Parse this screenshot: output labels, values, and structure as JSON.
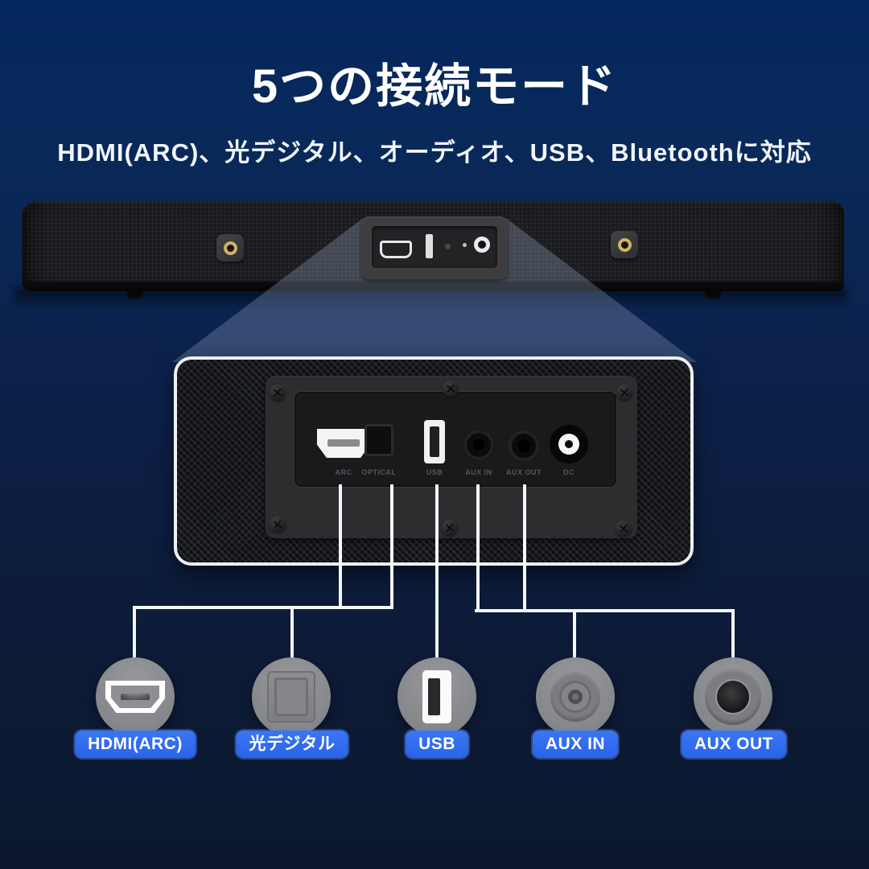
{
  "header": {
    "title": "5つの接続モード",
    "subtitle": "HDMI(ARC)、光デジタル、オーディオ、USB、Bluetoothに対応"
  },
  "rear_panel": {
    "port_labels": [
      "ARC",
      "OPTICAL",
      "USB",
      "AUX IN",
      "AUX OUT",
      "DC"
    ]
  },
  "connectors": [
    {
      "label": "HDMI(ARC)",
      "icon": "hdmi-connector-icon"
    },
    {
      "label": "光デジタル",
      "icon": "optical-connector-icon"
    },
    {
      "label": "USB",
      "icon": "usb-connector-icon"
    },
    {
      "label": "AUX IN",
      "icon": "aux-in-connector-icon"
    },
    {
      "label": "AUX OUT",
      "icon": "aux-out-connector-icon"
    }
  ],
  "colors": {
    "background_top": "#03265c",
    "background_bottom": "#0c172e",
    "label_pill_blue": "#2f6ef2",
    "callout_line_white": "#f4f6f9",
    "connector_circle_gray": "#85878b",
    "gold_jack": "#cdb269"
  }
}
